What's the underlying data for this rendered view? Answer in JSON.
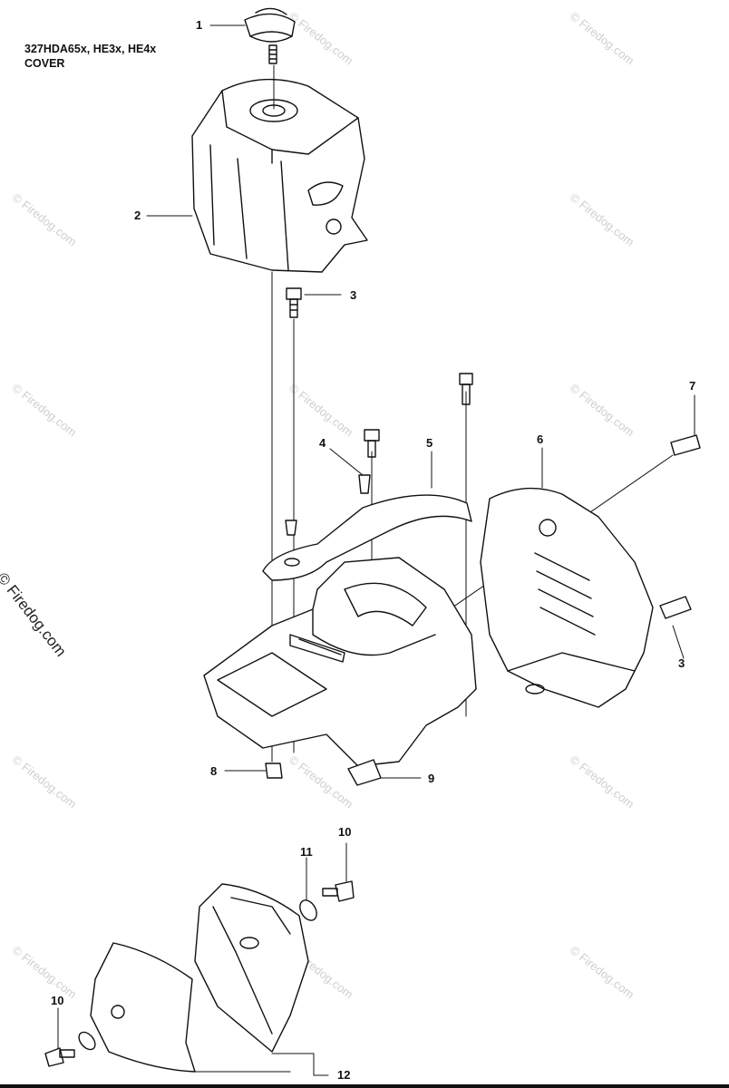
{
  "header": {
    "model": "327HDA65x, HE3x, HE4x",
    "section": "COVER"
  },
  "watermark": {
    "text": "© Firedog.com"
  },
  "callouts": [
    {
      "id": "c1",
      "label": "1"
    },
    {
      "id": "c2",
      "label": "2"
    },
    {
      "id": "c3a",
      "label": "3"
    },
    {
      "id": "c4",
      "label": "4"
    },
    {
      "id": "c5",
      "label": "5"
    },
    {
      "id": "c6",
      "label": "6"
    },
    {
      "id": "c7",
      "label": "7"
    },
    {
      "id": "c3b",
      "label": "3"
    },
    {
      "id": "c8",
      "label": "8"
    },
    {
      "id": "c9",
      "label": "9"
    },
    {
      "id": "c10a",
      "label": "10"
    },
    {
      "id": "c11",
      "label": "11"
    },
    {
      "id": "c10b",
      "label": "10"
    },
    {
      "id": "c12",
      "label": "12"
    }
  ]
}
